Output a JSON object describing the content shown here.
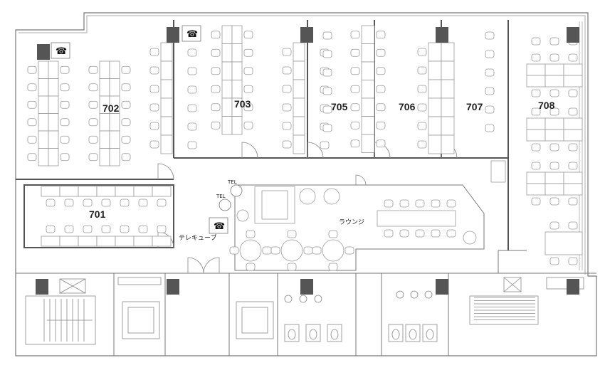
{
  "rooms": {
    "r701": "701",
    "r702": "702",
    "r703": "703",
    "r705": "705",
    "r706": "706",
    "r707": "707",
    "r708": "708"
  },
  "labels": {
    "lounge": "ラウンジ",
    "telecube": "テレキューブ",
    "tel1": "TEL",
    "tel2": "TEL"
  },
  "colors": {
    "wall": "#555555",
    "line": "#888888",
    "pillar": "#555555",
    "furniture": "#aaaaaa"
  },
  "icons": [
    "phone-icon",
    "column-pillar",
    "stair-icon",
    "elevator-icon",
    "plant-icon",
    "toilet-icon"
  ]
}
